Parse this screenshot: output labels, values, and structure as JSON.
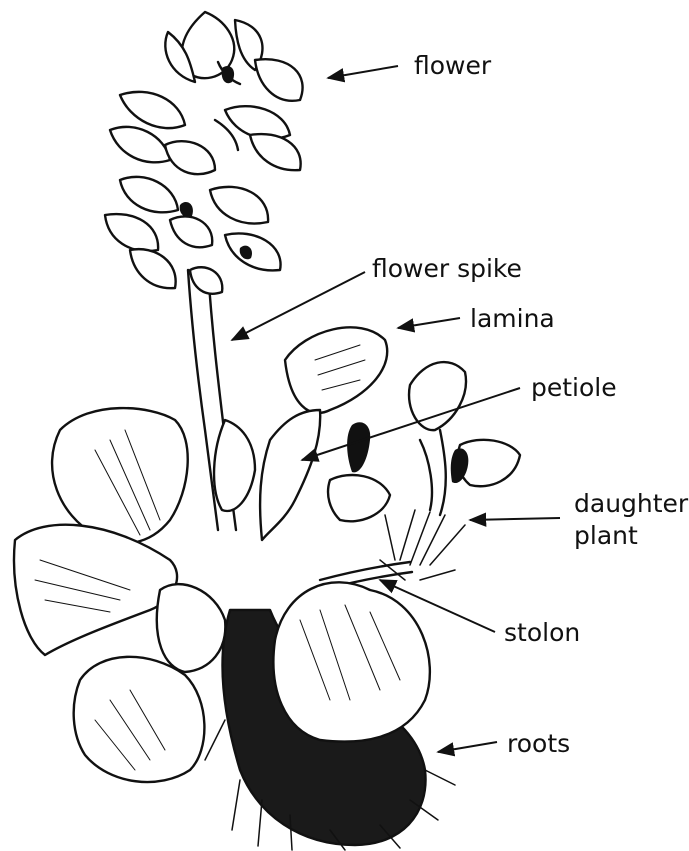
{
  "labels": {
    "flower": "flower",
    "flower_spike": "flower spike",
    "lamina": "lamina",
    "petiole": "petiole",
    "daughter_plant_line1": "daughter",
    "daughter_plant_line2": "plant",
    "stolon": "stolon",
    "roots": "roots"
  },
  "colors": {
    "ink": "#111111",
    "paper": "#ffffff"
  },
  "icons": [
    "arrow-icon"
  ]
}
